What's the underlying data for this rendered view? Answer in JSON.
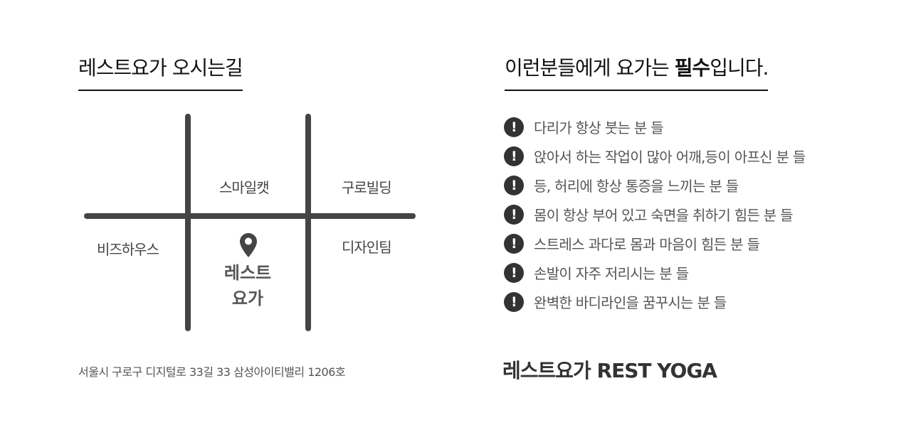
{
  "left": {
    "heading": "레스트요가 오시는길",
    "map": {
      "buildings": [
        "스마일캣",
        "구로빌딩",
        "비즈하우스",
        "디자인팀"
      ],
      "here_line1": "레스트",
      "here_line2": "요가"
    },
    "address": "서울시 구로구 디지털로 33길 33 삼성아이티밸리 1206호"
  },
  "right": {
    "heading_prefix": "이런분들에게 요가는 ",
    "heading_bold": "필수",
    "heading_suffix": "입니다.",
    "items": [
      "다리가 항상 붓는 분 들",
      "앉아서 하는 작업이 많아 어깨,등이 아프신 분 들",
      "등, 허리에 항상 통증을 느끼는 분 들",
      "몸이 항상 부어 있고 숙면을 취하기 힘든 분 들",
      "스트레스 과다로 몸과 마음이 힘든 분 들",
      "손발이 자주 저리시는 분 들",
      "완벽한 바디라인을 꿈꾸시는 분 들"
    ],
    "bullet_glyph": "!",
    "brand": "레스트요가 REST YOGA"
  },
  "colors": {
    "text": "#444444",
    "heading": "#111111",
    "road": "#444444",
    "bullet": "#333333"
  },
  "icons": {
    "location": "map-pin-icon",
    "bullet": "exclamation-circle-icon"
  }
}
